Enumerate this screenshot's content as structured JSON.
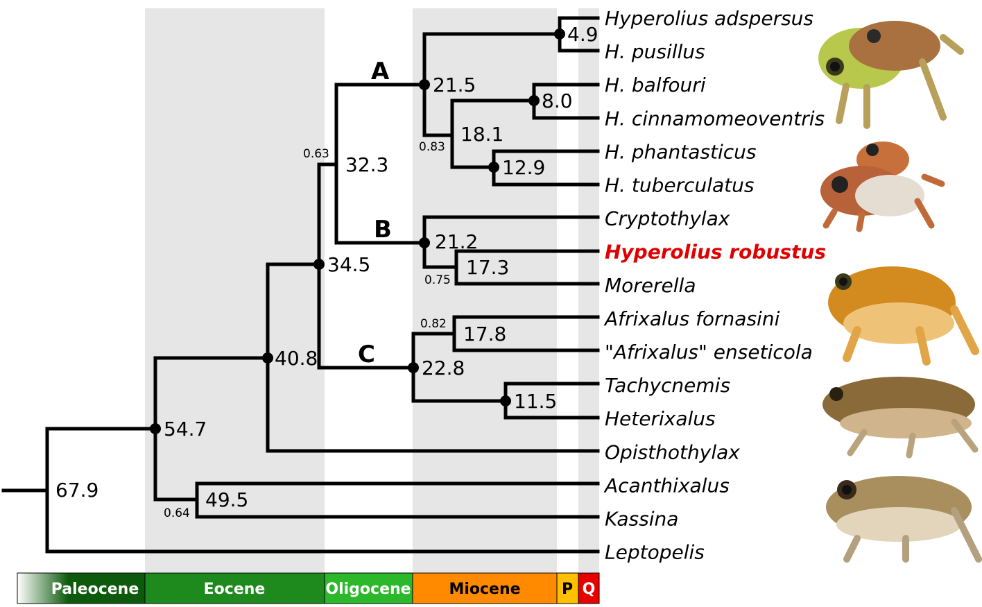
{
  "epochs": [
    {
      "name": "Paleocene",
      "color": "#0d5a0d",
      "text_color": "#ffffff"
    },
    {
      "name": "Eocene",
      "color": "#1e8a1e",
      "text_color": "#ffffff"
    },
    {
      "name": "Oligocene",
      "color": "#2bb92b",
      "text_color": "#ffffff"
    },
    {
      "name": "Miocene",
      "color": "#ff8a00",
      "text_color": "#000000"
    },
    {
      "name": "P",
      "color": "#ffc000",
      "text_color": "#000000"
    },
    {
      "name": "Q",
      "color": "#e60000",
      "text_color": "#ffffff"
    }
  ],
  "taxa": [
    {
      "name": "Hyperolius adspersus",
      "highlight": false
    },
    {
      "name": "H. pusillus",
      "highlight": false
    },
    {
      "name": "H. balfouri",
      "highlight": false
    },
    {
      "name": "H. cinnamomeoventris",
      "highlight": false
    },
    {
      "name": "H. phantasticus",
      "highlight": false
    },
    {
      "name": "H. tuberculatus",
      "highlight": false
    },
    {
      "name": "Cryptothylax",
      "highlight": false
    },
    {
      "name": "Hyperolius robustus",
      "highlight": true
    },
    {
      "name": "Morerella",
      "highlight": false
    },
    {
      "name": "Afrixalus fornasini",
      "highlight": false
    },
    {
      "name": "\"Afrixalus\" enseticola",
      "highlight": false
    },
    {
      "name": "Tachycnemis",
      "highlight": false
    },
    {
      "name": "Heterixalus",
      "highlight": false
    },
    {
      "name": "Opisthothylax",
      "highlight": false
    },
    {
      "name": "Acanthixalus",
      "highlight": false
    },
    {
      "name": "Kassina",
      "highlight": false
    },
    {
      "name": "Leptopelis",
      "highlight": false
    }
  ],
  "node_ages": {
    "root": "67.9",
    "n54": "54.7",
    "n49": "49.5",
    "n40": "40.8",
    "n34": "34.5",
    "n32": "32.3",
    "nA": "21.5",
    "n4": "4.9",
    "n18": "18.1",
    "n8": "8.0",
    "n12": "12.9",
    "nB": "21.2",
    "n17_3": "17.3",
    "nC": "22.8",
    "n17_8": "17.8",
    "n11": "11.5"
  },
  "support_values": {
    "n32": "0.63",
    "n18": "0.83",
    "n17_3": "0.75",
    "n17_8": "0.82",
    "n49": "0.64"
  },
  "clade_labels": {
    "A": "A",
    "B": "B",
    "C": "C"
  },
  "frog_photos": [
    {
      "name": "frog-pair-green-brown",
      "colors": [
        "#b9c94a",
        "#a8703e"
      ]
    },
    {
      "name": "frog-pair-orange",
      "colors": [
        "#c06a3a",
        "#e8e0d8"
      ]
    },
    {
      "name": "frog-golden",
      "colors": [
        "#d38b1f",
        "#f0c878"
      ]
    },
    {
      "name": "frog-brown-spotted",
      "colors": [
        "#8b6a3a",
        "#c9ac84"
      ]
    },
    {
      "name": "frog-tan",
      "colors": [
        "#a98e5e",
        "#e2d3b8"
      ]
    }
  ]
}
